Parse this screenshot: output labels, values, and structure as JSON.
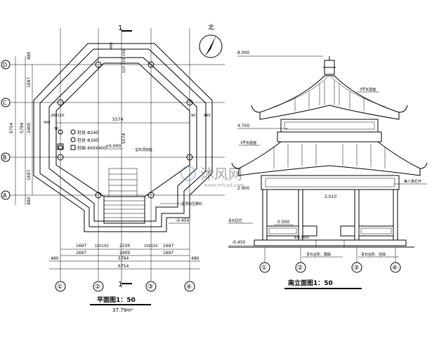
{
  "north": {
    "label": "北"
  },
  "section": {
    "mark": "1"
  },
  "plan": {
    "title": "平面图1：50",
    "area": "37.79m²",
    "grid_rows": [
      "D",
      "C",
      "B",
      "A"
    ],
    "grid_cols": [
      "①",
      "②",
      "③",
      "④"
    ],
    "dims_bottom_1": [
      "1697",
      "150",
      "150",
      "2100",
      "150",
      "150",
      "1697"
    ],
    "dims_bottom_2": "2400",
    "dims_bottom_3": "5794",
    "dims_bottom_4": "6754",
    "dims_bottom_side": "480",
    "dims_left": [
      "480",
      "1697",
      "2400",
      "1697",
      "480"
    ],
    "dims_left_total_1": "6754",
    "dims_left_total_2": "5794",
    "dims_top": [
      "490",
      "150",
      "110",
      "110"
    ],
    "dim_5574": "5574",
    "dims_misc": [
      "280",
      "110",
      "490",
      "90",
      "30"
    ],
    "legend": [
      "柱径 Φ240",
      "柱径 Φ300",
      "柱础 400X400"
    ],
    "elev_zero": "±0.000",
    "elev_ground": "-0.450",
    "note_center": "宝石须弥座",
    "note_bottom": "盝顶石压脚石"
  },
  "elevation": {
    "title": "南立面图1：50",
    "levels": [
      "8.000",
      "4.700",
      "2.900",
      "2.010",
      "0.500",
      "±0.000",
      "-0.450"
    ],
    "notes": {
      "roof_top": "3号瓦屋面",
      "roof_mid": "3号瓦屋面",
      "railing": "美人靠栏杆",
      "base_left": "青石压栏",
      "base_mid": "青石台阶、踏跺",
      "base_right": "青石台阶、柱础"
    }
  },
  "watermark": {
    "brand": "沐风网",
    "site": "www.mfcad.com"
  }
}
